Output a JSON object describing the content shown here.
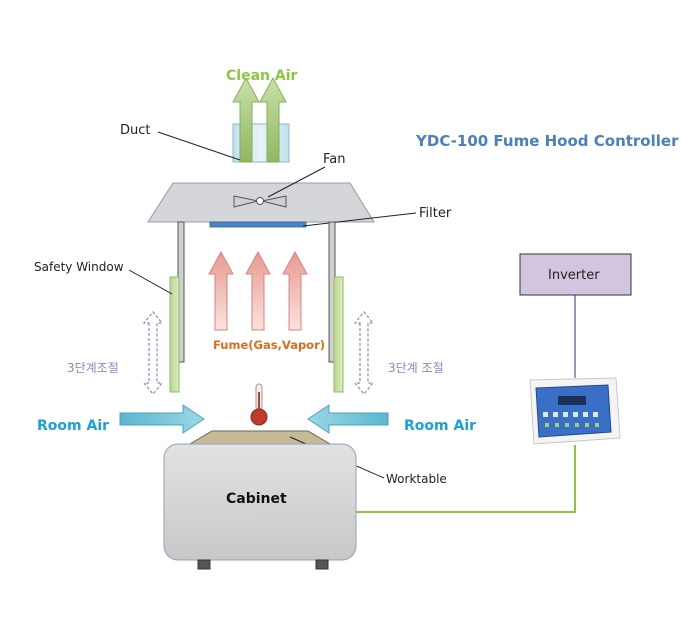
{
  "diagram": {
    "title": "YDC-100 Fume Hood Controller",
    "labels": {
      "clean_air": "Clean Air",
      "duct": "Duct",
      "fan": "Fan",
      "filter": "Filter",
      "safety_window": "Safety Window",
      "fume": "Fume(Gas,Vapor)",
      "step_left": "3단계조절",
      "step_right": "3단계  조절",
      "room_air_left": "Room Air",
      "room_air_right": "Room Air",
      "worktable": "Worktable",
      "cabinet": "Cabinet",
      "inverter": "Inverter"
    },
    "colors": {
      "title": "#4a7fc1",
      "clean_air": "#8cc63f",
      "room_air": "#1ba1d8",
      "fume": "#e06b1a",
      "step": "#9b7fc0",
      "arrow_green": "#a6c77a",
      "arrow_red": "#f2b8b0",
      "arrow_blue": "#6fc2d8",
      "cable_green": "#8cc63f",
      "cable_purple": "#a58ec2",
      "inverter_fill": "#d3c5e0"
    }
  }
}
